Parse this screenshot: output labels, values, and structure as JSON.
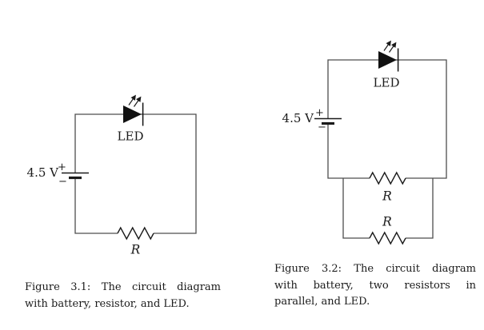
{
  "colors": {
    "background": "#ffffff",
    "wire": "#4d4d4d",
    "component": "#1a1a1a",
    "text": "#1c1c1c"
  },
  "figure1": {
    "battery_voltage": "4.5 V",
    "battery_plus": "+",
    "battery_minus": "−",
    "led_label": "LED",
    "resistor_label": "R",
    "caption_line1": "Figure 3.1: The circuit diagram",
    "caption_line2": "with battery, resistor, and LED."
  },
  "figure2": {
    "battery_voltage": "4.5 V",
    "battery_plus": "+",
    "battery_minus": "−",
    "led_label": "LED",
    "resistor_top_label": "R",
    "resistor_bottom_label": "R",
    "caption_line1": "Figure 3.2: The circuit diagram",
    "caption_line2": "with battery, two resistors in",
    "caption_line3": "parallel, and LED."
  }
}
